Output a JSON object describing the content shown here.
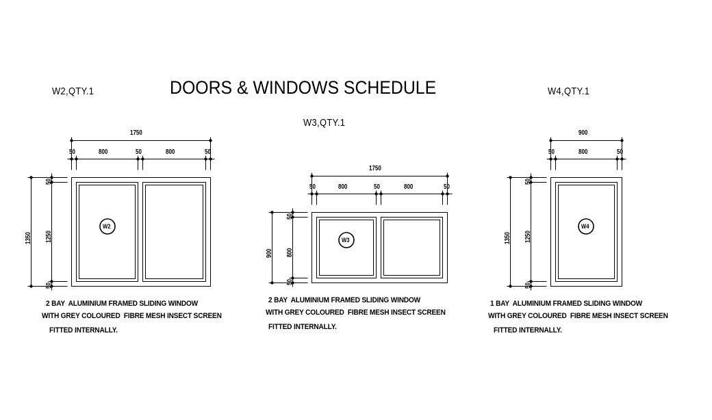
{
  "drawing": {
    "title": "DOORS & WINDOWS SCHEDULE",
    "background_color": "#ffffff",
    "line_color": "#000000"
  },
  "windows": [
    {
      "tag": "W2,QTY.1",
      "marker": "W2",
      "bays": 2,
      "width_overall": "1750",
      "width_chain": [
        "50",
        "800",
        "50",
        "800",
        "50"
      ],
      "height_overall": "1350",
      "height_inner": "1250",
      "height_chain_top": "50",
      "height_chain_bottom": "50",
      "note_line1": "2 BAY  ALUMINIUM FRAMED SLIDING WINDOW",
      "note_line2": "WITH GREY COLOURED  FIBRE MESH INSECT SCREEN",
      "note_line3": "FITTED INTERNALLY."
    },
    {
      "tag": "W3,QTY.1",
      "marker": "W3",
      "bays": 2,
      "width_overall": "1750",
      "width_chain": [
        "50",
        "800",
        "50",
        "800",
        "50"
      ],
      "height_overall": "900",
      "height_inner": "800",
      "height_chain_top": "50",
      "height_chain_bottom": "50",
      "note_line1": "2 BAY  ALUMINIUM FRAMED SLIDING WINDOW",
      "note_line2": "WITH GREY COLOURED  FIBRE MESH INSECT SCREEN",
      "note_line3": "FITTED INTERNALLY."
    },
    {
      "tag": "W4,QTY.1",
      "marker": "W4",
      "bays": 1,
      "width_overall": "900",
      "width_chain": [
        "50",
        "800",
        "50"
      ],
      "height_overall": "1350",
      "height_inner": "1250",
      "height_chain_top": "50",
      "height_chain_bottom": "50",
      "note_line1": "1 BAY  ALUMINIUM FRAMED SLIDING WINDOW",
      "note_line2": "WITH GREY COLOURED  FIBRE MESH INSECT SCREEN",
      "note_line3": "FITTED INTERNALLY."
    }
  ]
}
